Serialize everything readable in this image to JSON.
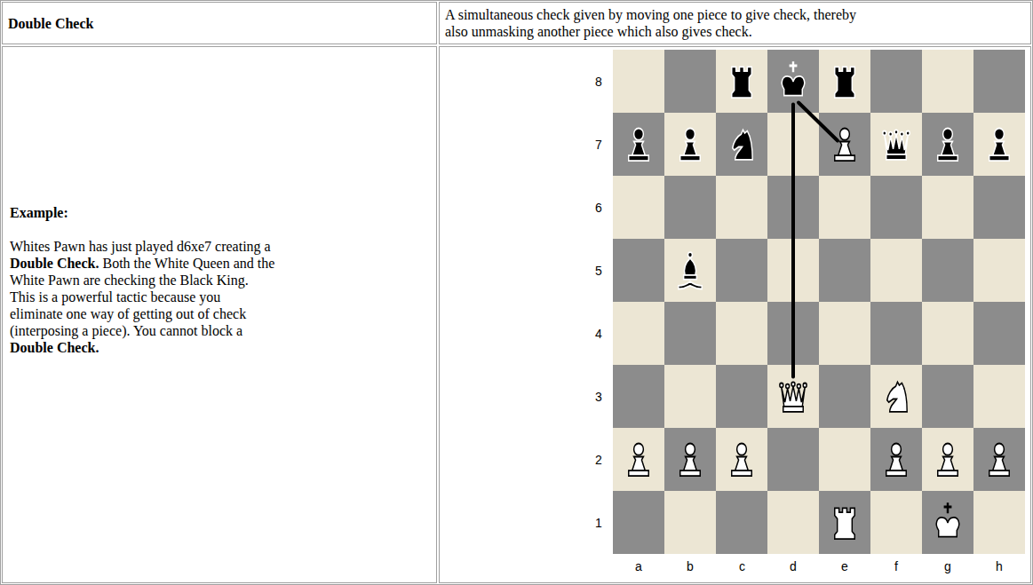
{
  "diagram": {
    "nodes": [
      {
        "text": [
          "Double Check"
        ]
      },
      {
        "text": [
          "A simultaneous check given by moving one piece to give check, thereby also unmasking another piece which also gives check."
        ]
      },
      {
        "text": [
          "Example:",
          "Whites Pawn has just played d6xe7 creating a",
          "Double Check.",
          "Both the White Queen and the White Pawn are checking the Black King. This is a powerful tactic because you eliminate one way of getting out of check (interposing a piece). You cannot block a",
          "Double Check."
        ]
      }
    ],
    "labels": [
      "8",
      "7",
      "6",
      "5",
      "4",
      "3",
      "2",
      "1",
      "a",
      "b",
      "c",
      "d",
      "e",
      "f",
      "g",
      "h"
    ]
  }
}
